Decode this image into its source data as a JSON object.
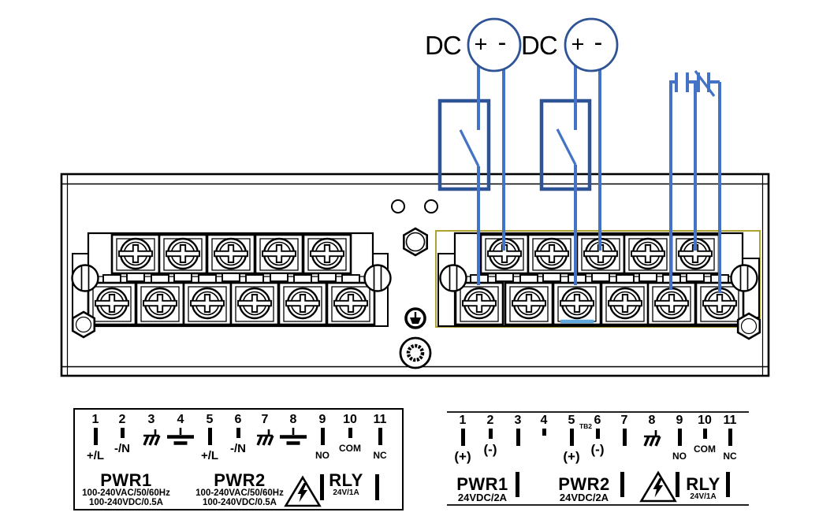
{
  "colors": {
    "wire_blue": "#4472C4",
    "component_blue": "#2F5496",
    "highlight_yellow": "#ADA232",
    "mark_light_blue": "#5FA8DC",
    "ink": "#000000"
  },
  "diagram": {
    "dc1": {
      "label": "DC",
      "plus": "+",
      "minus": "-"
    },
    "dc2": {
      "label": "DC",
      "plus": "+",
      "minus": "-"
    }
  },
  "left_table": {
    "pins": [
      {
        "n": "1",
        "label": "+/L"
      },
      {
        "n": "2",
        "label": "-/N"
      },
      {
        "n": "3",
        "label": ""
      },
      {
        "n": "4",
        "label": ""
      },
      {
        "n": "5",
        "label": "+/L"
      },
      {
        "n": "6",
        "label": "-/N"
      },
      {
        "n": "7",
        "label": ""
      },
      {
        "n": "8",
        "label": ""
      },
      {
        "n": "9",
        "label": "NO"
      },
      {
        "n": "10",
        "label": "COM"
      },
      {
        "n": "11",
        "label": "NC"
      }
    ],
    "pwr1": {
      "title": "PWR1",
      "line1": "100-240VAC/50/60Hz",
      "line2": "100-240VDC/0.5A"
    },
    "pwr2": {
      "title": "PWR2",
      "line1": "100-240VAC/50/60Hz",
      "line2": "100-240VDC/0.5A"
    },
    "rly": {
      "title": "RLY",
      "line1": "24V/1A"
    }
  },
  "right_table": {
    "tb": "TB2",
    "pins": [
      {
        "n": "1",
        "label": "(+)"
      },
      {
        "n": "2",
        "label": "(-)"
      },
      {
        "n": "3",
        "label": ""
      },
      {
        "n": "4",
        "label": ""
      },
      {
        "n": "5",
        "label": "(+)"
      },
      {
        "n": "6",
        "label": "(-)"
      },
      {
        "n": "7",
        "label": ""
      },
      {
        "n": "8",
        "label": ""
      },
      {
        "n": "9",
        "label": "NO"
      },
      {
        "n": "10",
        "label": "COM"
      },
      {
        "n": "11",
        "label": "NC"
      }
    ],
    "pwr1": {
      "title": "PWR1",
      "line1": "24VDC/2A"
    },
    "pwr2": {
      "title": "PWR2",
      "line1": "24VDC/2A"
    },
    "rly": {
      "title": "RLY",
      "line1": "24V/1A"
    }
  }
}
